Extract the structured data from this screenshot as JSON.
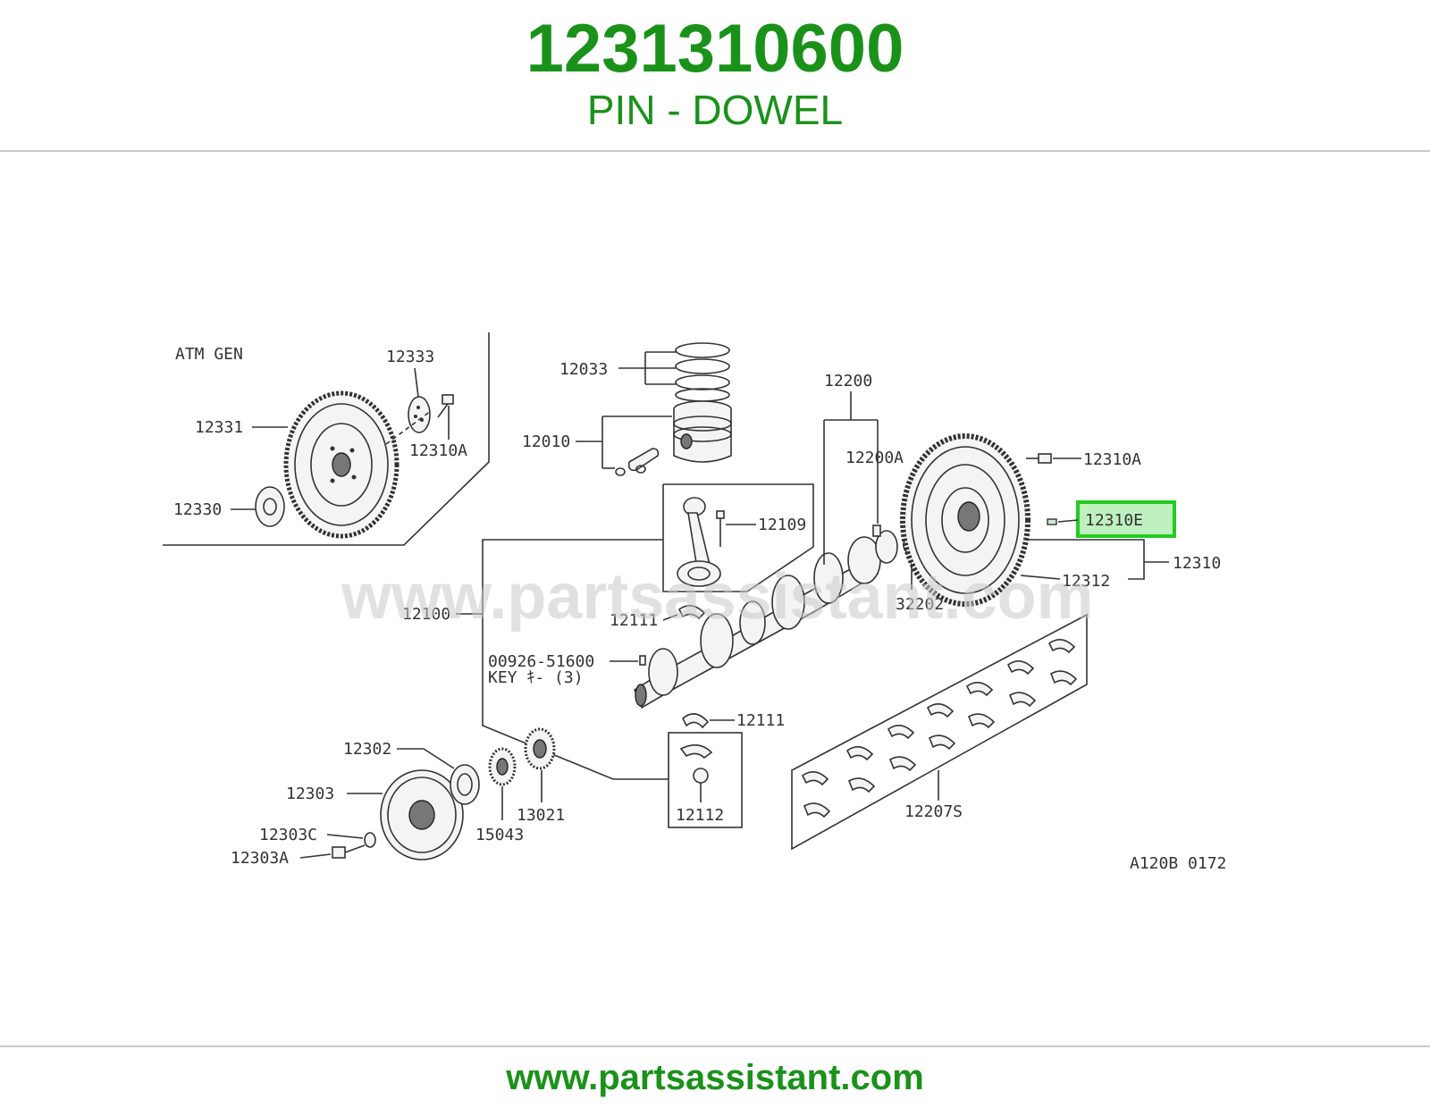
{
  "header": {
    "part_number": "1231310600",
    "part_name": "PIN - DOWEL"
  },
  "diagram": {
    "watermark": "www.partsassistant.com",
    "figure_code": "A120B 0172",
    "inset_title": "ATM   GEN",
    "highlighted_label": "12310E",
    "highlight_color": "#22cc22",
    "labels": {
      "l_12333": "12333",
      "l_12331": "12331",
      "l_12310a_inset": "12310A",
      "l_12330": "12330",
      "l_12033": "12033",
      "l_12010": "12010",
      "l_12200": "12200",
      "l_12200a": "12200A",
      "l_12310a": "12310A",
      "l_12109": "12109",
      "l_12310": "12310",
      "l_12312": "12312",
      "l_32202": "32202",
      "l_12100": "12100",
      "l_12111_top": "12111",
      "l_00926": "00926-51600",
      "l_key": "KEY  ｷ-  (3)",
      "l_12111_bottom": "12111",
      "l_12302": "12302",
      "l_12303": "12303",
      "l_12303c": "12303C",
      "l_12303a": "12303A",
      "l_15043": "15043",
      "l_13021": "13021",
      "l_12112": "12112",
      "l_12207s": "12207S"
    }
  },
  "footer": {
    "url": "www.partsassistant.com"
  },
  "colors": {
    "brand_green": "#1a921a",
    "divider": "#c8c8c8"
  }
}
